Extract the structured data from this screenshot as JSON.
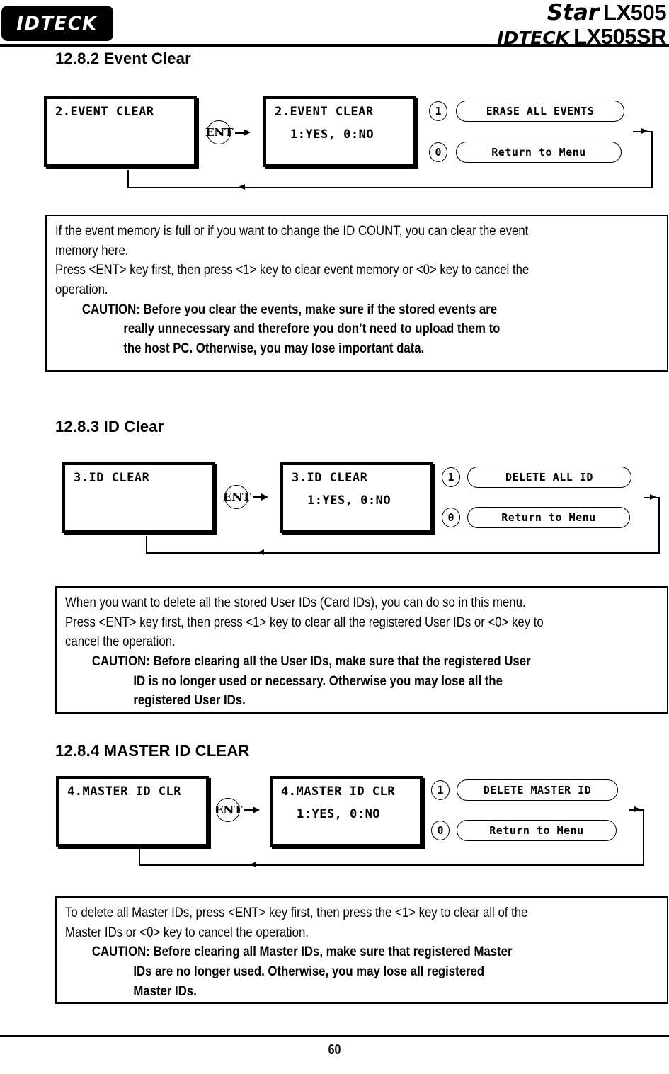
{
  "header": {
    "logo_text": "IDTECK",
    "product_line1_brand": "Star",
    "product_line1_model": "LX505",
    "product_line2_brand": "IDTECK",
    "product_line2_model": "LX505SR"
  },
  "footer": {
    "page_number": "60"
  },
  "sections": [
    {
      "heading": "12.8.2 Event Clear",
      "diagram": {
        "lcd1_line1": "2.EVENT CLEAR",
        "lcd1_line2": "",
        "key_label": "ENT",
        "lcd2_line1": "2.EVENT CLEAR",
        "lcd2_line2": "1:YES, 0:NO",
        "option1_key": "1",
        "option1_label": "ERASE ALL EVENTS",
        "option0_key": "0",
        "option0_label": "Return to Menu"
      },
      "caution": {
        "body_lines": [
          "If the event memory is full or if you want to change the ID COUNT, you can clear the event",
          "memory here.",
          "Press <ENT> key first, then press <1> key to clear event memory or <0> key to cancel the",
          "operation."
        ],
        "caution_label": "CAUTION:",
        "caution_lines": [
          "Before you clear the events, make sure if the stored events are",
          "really unnecessary and therefore you don’t need to upload them to",
          "the host PC. Otherwise, you may lose important data."
        ]
      }
    },
    {
      "heading": "12.8.3 ID Clear",
      "diagram": {
        "lcd1_line1": "3.ID CLEAR",
        "lcd1_line2": "",
        "key_label": "ENT",
        "lcd2_line1": "3.ID CLEAR",
        "lcd2_line2": "1:YES, 0:NO",
        "option1_key": "1",
        "option1_label": "DELETE ALL ID",
        "option0_key": "0",
        "option0_label": "Return to Menu"
      },
      "caution": {
        "body_lines": [
          "When you want to delete all the stored User IDs (Card IDs), you can do so in this menu.",
          "Press <ENT> key first, then press <1> key to clear all the registered User IDs or <0> key to",
          "cancel the operation."
        ],
        "caution_label": "CAUTION:",
        "caution_lines": [
          "Before clearing all the User IDs, make sure that the registered User",
          "ID is no longer used or necessary. Otherwise you may lose all the",
          "registered User IDs."
        ]
      }
    },
    {
      "heading": "12.8.4 MASTER ID CLEAR",
      "diagram": {
        "lcd1_line1": "4.MASTER ID CLR",
        "lcd1_line2": "",
        "key_label": "ENT",
        "lcd2_line1": "4.MASTER ID CLR",
        "lcd2_line2": "1:YES, 0:NO",
        "option1_key": "1",
        "option1_label": "DELETE MASTER ID",
        "option0_key": "0",
        "option0_label": "Return to Menu"
      },
      "caution": {
        "body_lines": [
          "To delete all Master IDs, press <ENT> key first, then press the <1> key to clear all of the",
          "Master IDs or <0> key to cancel the operation."
        ],
        "caution_label": "CAUTION:",
        "caution_lines": [
          "Before clearing all Master IDs, make sure that registered Master",
          "IDs are no longer used. Otherwise, you may lose all registered",
          "Master IDs."
        ]
      }
    }
  ]
}
